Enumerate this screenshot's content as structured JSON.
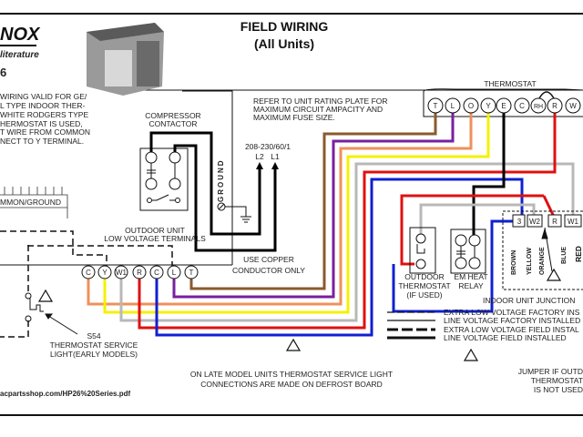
{
  "logo": {
    "brand": "NOX",
    "sub": "literature",
    "num": "6"
  },
  "title": {
    "line1": "FIELD WIRING",
    "line2": "(All Units)"
  },
  "left_note": [
    "WIRING VALID FOR GE/",
    "L TYPE INDOOR THER-",
    "WHITE RODGERS TYPE",
    "HERMOSTAT IS USED,",
    "T WIRE FROM COMMON",
    "NECT TO  Y TERMINAL."
  ],
  "common_ground": "MMON/GROUND",
  "compressor_contactor": [
    "COMPRESSOR",
    "CONTACTOR"
  ],
  "ground_label": "GROUND",
  "refer_note": [
    "REFER  TO  UNIT  RATING  PLATE  FOR",
    "MAXIMUM   CIRCUIT   AMPACITY   AND",
    "MAXIMUM FUSE SIZE."
  ],
  "power": {
    "rating": "208-230/60/1",
    "l2": "L2",
    "l1": "L1"
  },
  "copper_note": [
    "USE COPPER",
    "CONDUCTOR ONLY"
  ],
  "outdoor_unit": {
    "label": [
      "OUTDOOR UNIT",
      "LOW VOLTAGE TERMINALS"
    ],
    "terminals": [
      "C",
      "Y",
      "W1",
      "R",
      "C",
      "L",
      "T"
    ]
  },
  "thermostat": {
    "label": "THERMOSTAT",
    "terminals": [
      "T",
      "L",
      "O",
      "Y",
      "E",
      "C",
      "RH",
      "R",
      "W"
    ]
  },
  "s54": [
    "S54",
    "THERMOSTAT SERVICE",
    "LIGHT(EARLY MODELS)"
  ],
  "outdoor_thermostat": [
    "OUTDOOR",
    "THERMOSTAT",
    "(IF USED)"
  ],
  "em_heat_relay": [
    "EM HEAT",
    "RELAY"
  ],
  "junction": {
    "label": "INDOOR UNIT JUNCTION",
    "terminals": [
      "3",
      "W2",
      "R",
      "W1"
    ],
    "wire_colors": [
      "BROWN",
      "YELLOW",
      "ORANGE",
      "BLUE",
      "RED"
    ]
  },
  "legend": [
    "EXTRA LOW VOLTAGE FACTORY INS",
    "LINE VOLTAGE FACTORY INSTALLED",
    "EXTRA LOW VOLTAGE FIELD INSTAL",
    "LINE VOLTAGE FIELD INSTALLED"
  ],
  "late_model_note": [
    "ON LATE MODEL UNITS THERMOSTAT SERVICE  LIGHT",
    "CONNECTIONS ARE MADE ON DEFROST BOARD"
  ],
  "jumper_note": [
    "JUMPER IF OUTD",
    "THERMOSTAT",
    "IS NOT USED"
  ],
  "source_url": "acpartsshop.com/HP26%20Series.pdf",
  "colors": {
    "brown": "#8a5a2b",
    "purple": "#7a1fa0",
    "orange": "#f0905a",
    "yellow": "#f5f000",
    "gray": "#b8b8b8",
    "red": "#e01010",
    "blue": "#1020d0",
    "black": "#000000"
  }
}
